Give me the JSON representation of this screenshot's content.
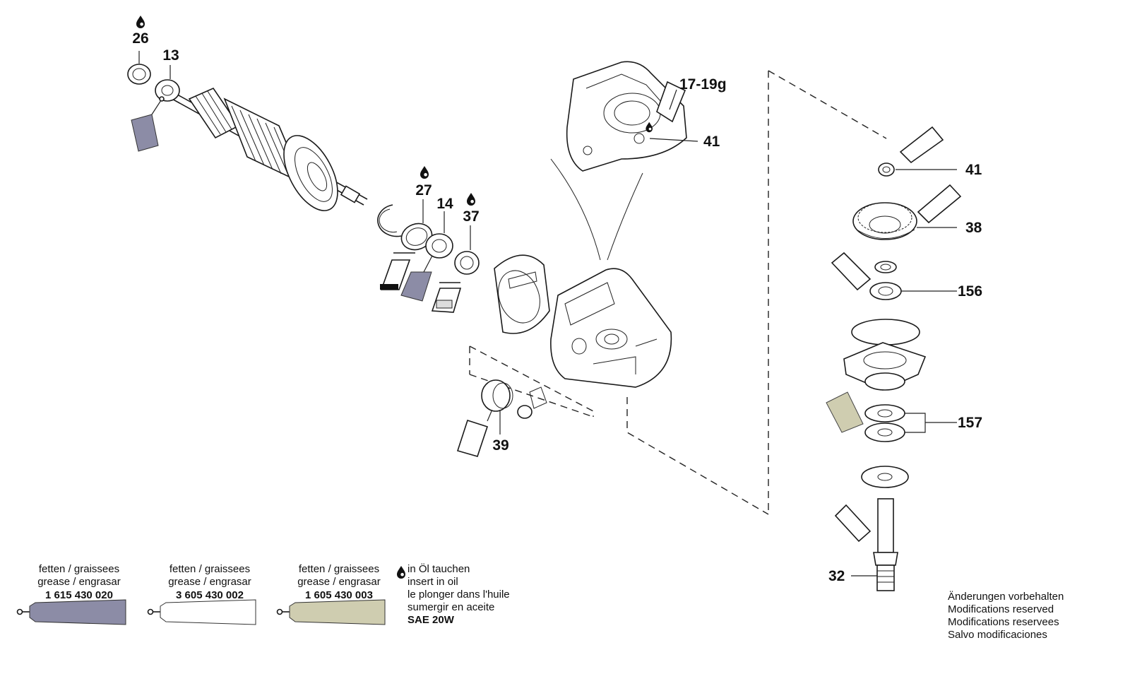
{
  "part_labels": {
    "p26": "26",
    "p13": "13",
    "p27": "27",
    "p14": "14",
    "p37": "37",
    "p39": "39",
    "p17_19g": "17-19g",
    "p41_top": "41",
    "p41_right": "41",
    "p38": "38",
    "p156": "156",
    "p157": "157",
    "p32": "32"
  },
  "legend": [
    {
      "line1": "fetten / graissees",
      "line2": "grease / engrasar",
      "part_no": "1 615 430 020",
      "tube_color": "#8c8ca6"
    },
    {
      "line1": "fetten / graissees",
      "line2": "grease / engrasar",
      "part_no": "3 605 430 002",
      "tube_color": "#ffffff"
    },
    {
      "line1": "fetten / graissees",
      "line2": "grease / engrasar",
      "part_no": "1 605 430 003",
      "tube_color": "#cfcdb0"
    }
  ],
  "oil_note": {
    "line1": "in Öl tauchen",
    "line2": "insert in oil",
    "line3": "le plonger dans l'huile",
    "line4": "sumergir en aceite",
    "line5": "SAE 20W"
  },
  "disclaimer": {
    "line1": "Änderungen vorbehalten",
    "line2": "Modifications reserved",
    "line3": "Modifications reservees",
    "line4": "Salvo modificaciones"
  }
}
